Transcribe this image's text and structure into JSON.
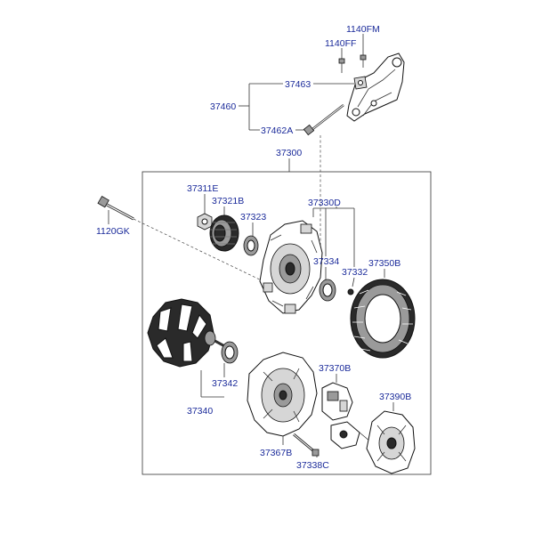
{
  "labels": {
    "p1140FM": "1140FM",
    "p1140FF": "1140FF",
    "p37463": "37463",
    "p37460": "37460",
    "p37462A": "37462A",
    "p37300": "37300",
    "p37311E": "37311E",
    "p37321B": "37321B",
    "p37323": "37323",
    "p37330D": "37330D",
    "p1120GK": "1120GK",
    "p37334": "37334",
    "p37332": "37332",
    "p37350B": "37350B",
    "p37342": "37342",
    "p37340": "37340",
    "p37370B": "37370B",
    "p37390B": "37390B",
    "p37367B": "37367B",
    "p37338C": "37338C"
  }
}
